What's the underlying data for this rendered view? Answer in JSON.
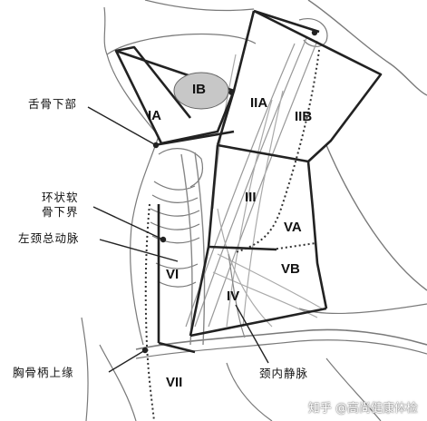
{
  "zones": {
    "ia": "IA",
    "ib": "IB",
    "iia": "IIA",
    "iib": "IIB",
    "iii": "III",
    "va": "VA",
    "vb": "VB",
    "vi": "VI",
    "iv": "IV",
    "vii": "VII"
  },
  "labels": {
    "hyoid_lower": "舌骨下部",
    "cricoid_line1": "环状软",
    "cricoid_line2": "骨下界",
    "left_carotid": "左颈总动脉",
    "sternal_notch": "胸骨柄上缘",
    "internal_jugular": "颈内静脉"
  },
  "watermark": {
    "text": "知乎 @高尚健康体检"
  }
}
